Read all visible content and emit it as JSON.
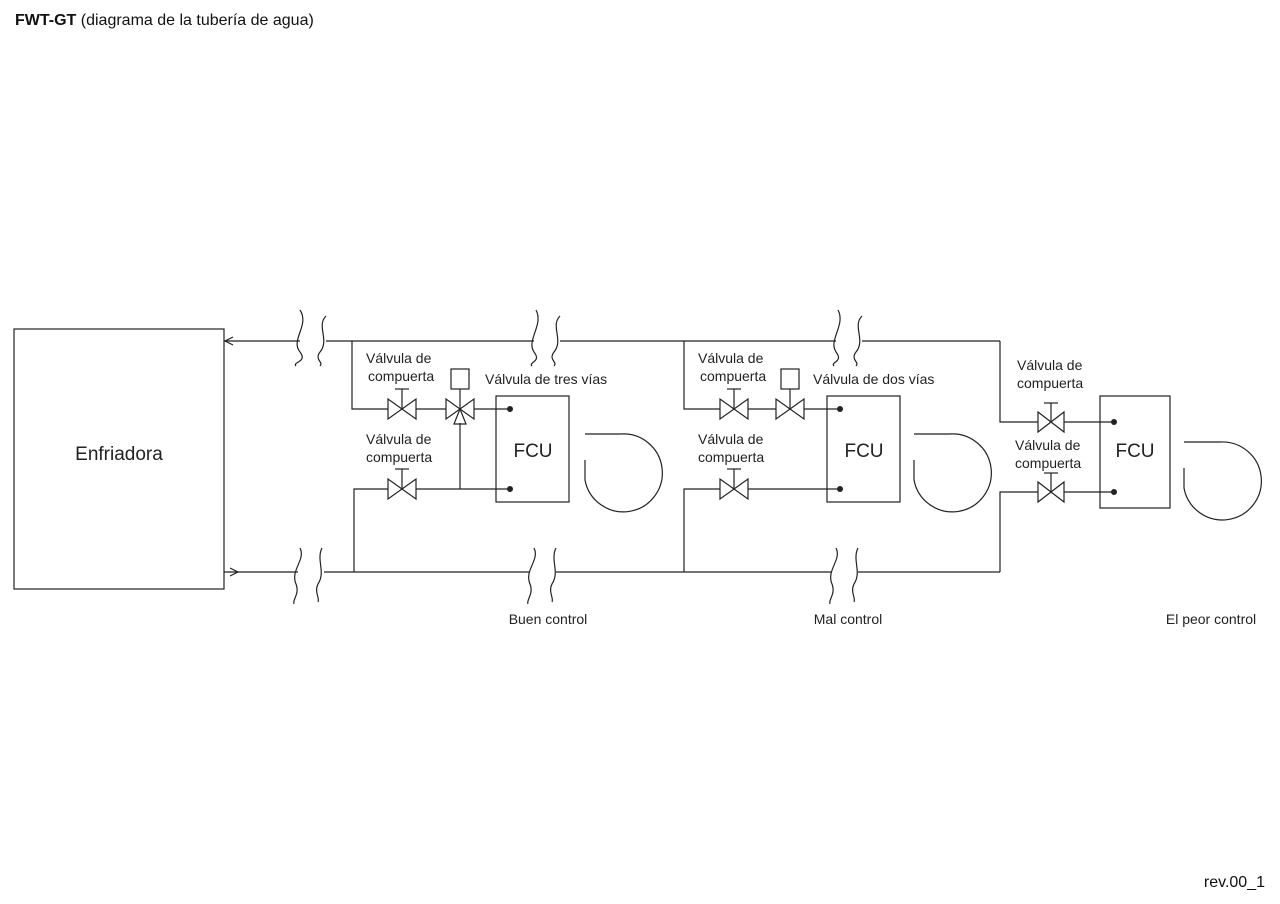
{
  "header": {
    "code": "FWT-GT",
    "subtitle": "(diagrama de la tubería de agua)"
  },
  "footer": {
    "revision": "rev.00_1"
  },
  "diagram": {
    "chiller_label": "Enfriadora",
    "fcu_label": "FCU",
    "gate_valve_line1": "Válvula de",
    "gate_valve_line2": "compuerta",
    "three_way_label": "Válvula de tres vías",
    "two_way_label": "Válvula de dos vías",
    "captions": {
      "good": "Buen control",
      "bad": "Mal control",
      "worst": "El peor control"
    }
  }
}
